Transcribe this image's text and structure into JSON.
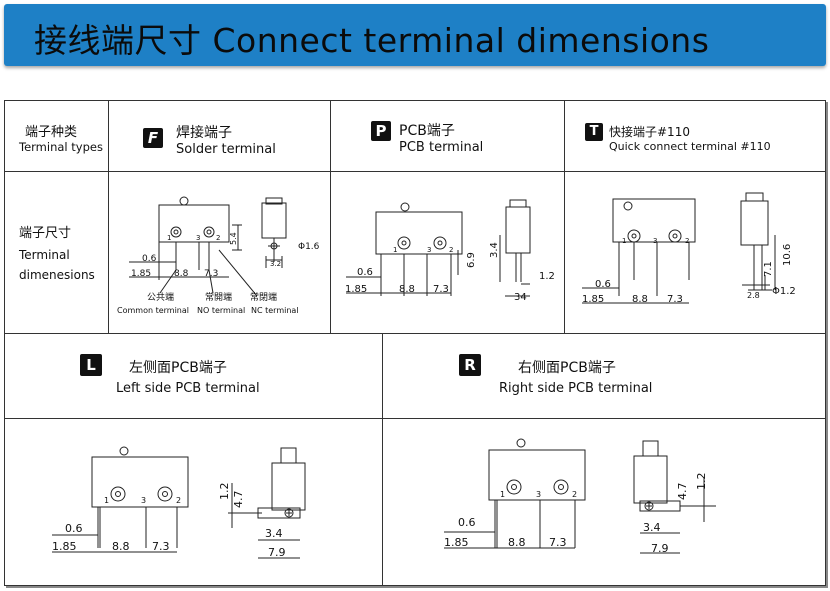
{
  "banner": {
    "title": "接线端尺寸 Connect terminal dimensions",
    "background": "#1e80c6"
  },
  "row_labels": {
    "types_cn": "端子种类",
    "types_en": "Terminal types",
    "dims_cn": "端子尺寸",
    "dims_en_1": "Terminal",
    "dims_en_2": "dimenesions"
  },
  "terminals": {
    "solder": {
      "badge": "F",
      "name_cn": "焊接端子",
      "name_en": "Solder terminal"
    },
    "pcb": {
      "badge": "P",
      "name_cn": "PCB端子",
      "name_en": "PCB terminal"
    },
    "quick": {
      "badge": "T",
      "name_cn": "快接端子#110",
      "name_en": "Quick connect terminal #110"
    },
    "left": {
      "badge": "L",
      "name_cn": "左侧面PCB端子",
      "name_en": "Left side PCB terminal"
    },
    "right": {
      "badge": "R",
      "name_cn": "右侧面PCB端子",
      "name_en": "Right side PCB terminal"
    }
  },
  "pin_labels": {
    "p1": "1",
    "p3": "3",
    "p2": "2"
  },
  "dims": {
    "d06": "0.6",
    "d185": "1.85",
    "d88": "8.8",
    "d73": "7.3",
    "d54": "5.4",
    "d32": "3.2",
    "phi16": "Φ1.6",
    "d69": "6.9",
    "d34": "3.4",
    "d12": "1.2",
    "d34b": "34",
    "d71": "7.1",
    "d106": "10.6",
    "d28": "2.8",
    "phi12": "Φ1.2",
    "d47": "4.7",
    "d79": "7.9"
  },
  "solder_legend": {
    "common_cn": "公共端",
    "common_en": "Common terminal",
    "no_cn": "常開端",
    "no_en": "NO terminal",
    "nc_cn": "常閉端",
    "nc_en": "NC terminal"
  }
}
